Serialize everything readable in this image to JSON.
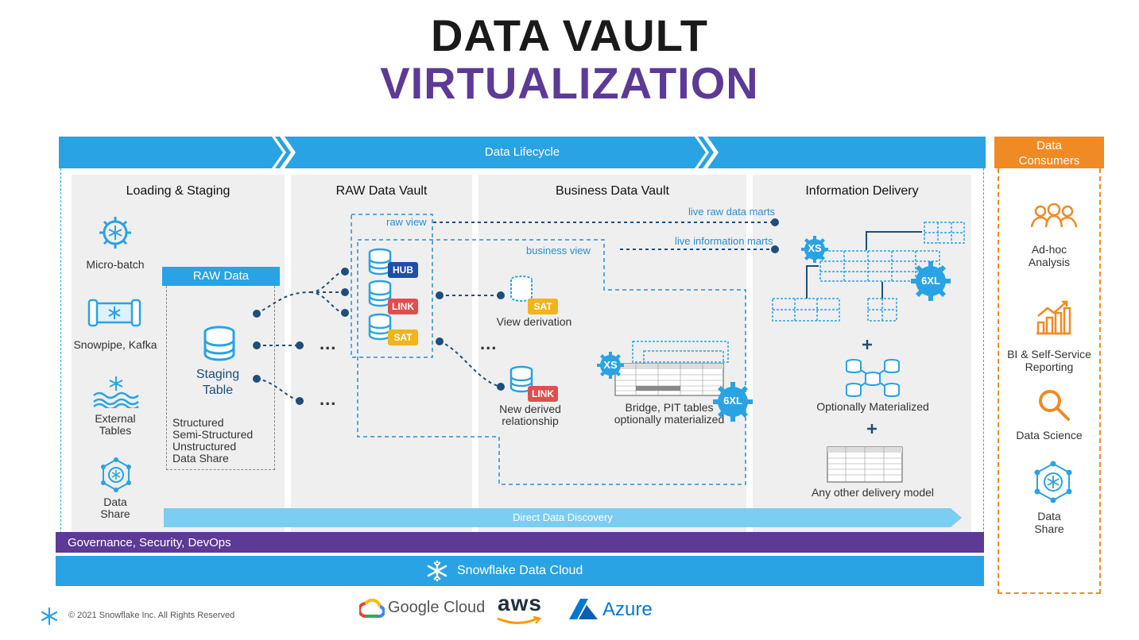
{
  "header": {
    "title_line1": "DATA VAULT",
    "title_line2": "VIRTUALIZATION"
  },
  "colors": {
    "blue": "#29a3e3",
    "purple": "#5c3a96",
    "orange": "#f08a24",
    "dash": "#2a8fd0",
    "navy": "#1e4e79",
    "hub": "#1f4fa8",
    "link": "#e04e4e",
    "sat": "#f0b41c"
  },
  "lifecycle": {
    "label": "Data Lifecycle"
  },
  "consumers": {
    "header": "Data\nConsumers",
    "items": [
      {
        "label": "Ad-hoc\nAnalysis",
        "icon": "people-icon"
      },
      {
        "label": "BI & Self-Service\nReporting",
        "icon": "bar-chart-icon"
      },
      {
        "label": "Data Science",
        "icon": "magnifier-icon"
      },
      {
        "label": "Data\nShare",
        "icon": "data-share-icon"
      }
    ]
  },
  "columns": {
    "loading": {
      "title": "Loading & Staging",
      "sources": [
        {
          "label": "Micro-batch",
          "icon": "gear-snowflake-icon"
        },
        {
          "label": "Snowpipe, Kafka",
          "icon": "pipe-icon"
        },
        {
          "label": "External\nTables",
          "icon": "waves-icon"
        },
        {
          "label": "Data\nShare",
          "icon": "data-share-icon"
        }
      ],
      "raw_data": "RAW Data",
      "staging": "Staging\nTable",
      "types": "Structured\nSemi-Structured\nUnstructured\nData Share"
    },
    "raw_vault": {
      "title": "RAW Data Vault",
      "raw_view": "raw view",
      "hub": "HUB",
      "link": "LINK",
      "sat": "SAT",
      "ellipsis": "..."
    },
    "business_vault": {
      "title": "Business Data Vault",
      "business_view": "business view",
      "sat": "SAT",
      "view_derivation": "View derivation",
      "link": "LINK",
      "new_derived": "New derived\nrelationship",
      "ellipsis": "...",
      "xs": "XS",
      "sixxl": "6XL",
      "bridge": "Bridge, PIT tables\noptionally materialized"
    },
    "info_delivery": {
      "title": "Information Delivery",
      "live_raw": "live raw data marts",
      "live_info": "live information marts",
      "xs": "XS",
      "sixxl": "6XL",
      "plus": "+",
      "optionally": "Optionally Materialized",
      "any_other": "Any other delivery model"
    }
  },
  "discovery": {
    "label": "Direct Data Discovery"
  },
  "governance": {
    "label": "Governance, Security, DevOps"
  },
  "cloud": {
    "label": "Snowflake Data Cloud"
  },
  "footer": {
    "copyright": "© 2021 Snowflake Inc. All Rights Reserved",
    "google": "Google Cloud",
    "aws": "aws",
    "azure": "Azure"
  }
}
